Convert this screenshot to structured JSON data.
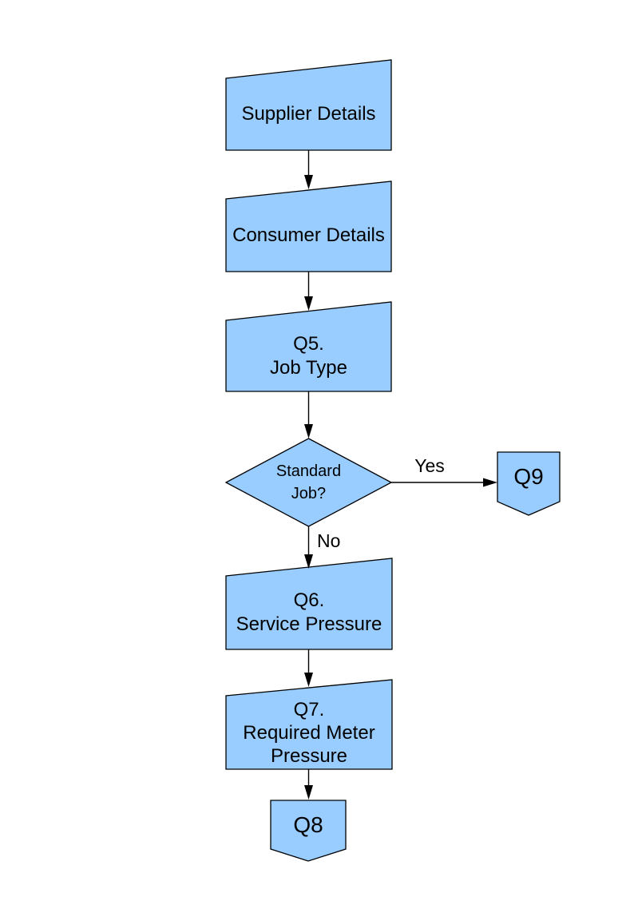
{
  "diagram": {
    "background": "#FFFFFF",
    "colors": {
      "node_fill": "#99CCFF",
      "node_border": "#000000",
      "connector": "#000000",
      "text": "#000000"
    },
    "nodes": {
      "supplier": {
        "label": "Supplier Details",
        "type": "manual-input"
      },
      "consumer": {
        "label": "Consumer Details",
        "type": "manual-input"
      },
      "q5": {
        "label": "Q5.\nJob Type",
        "type": "manual-input"
      },
      "decision": {
        "label": "Standard\nJob?",
        "type": "decision"
      },
      "q9": {
        "label": "Q9",
        "type": "off-page-connector"
      },
      "q6": {
        "label": "Q6.\nService Pressure",
        "type": "manual-input"
      },
      "q7": {
        "label": "Q7.\nRequired Meter\nPressure",
        "type": "manual-input"
      },
      "q8": {
        "label": "Q8",
        "type": "off-page-connector"
      }
    },
    "edges": {
      "yes_label": "Yes",
      "no_label": "No"
    }
  }
}
